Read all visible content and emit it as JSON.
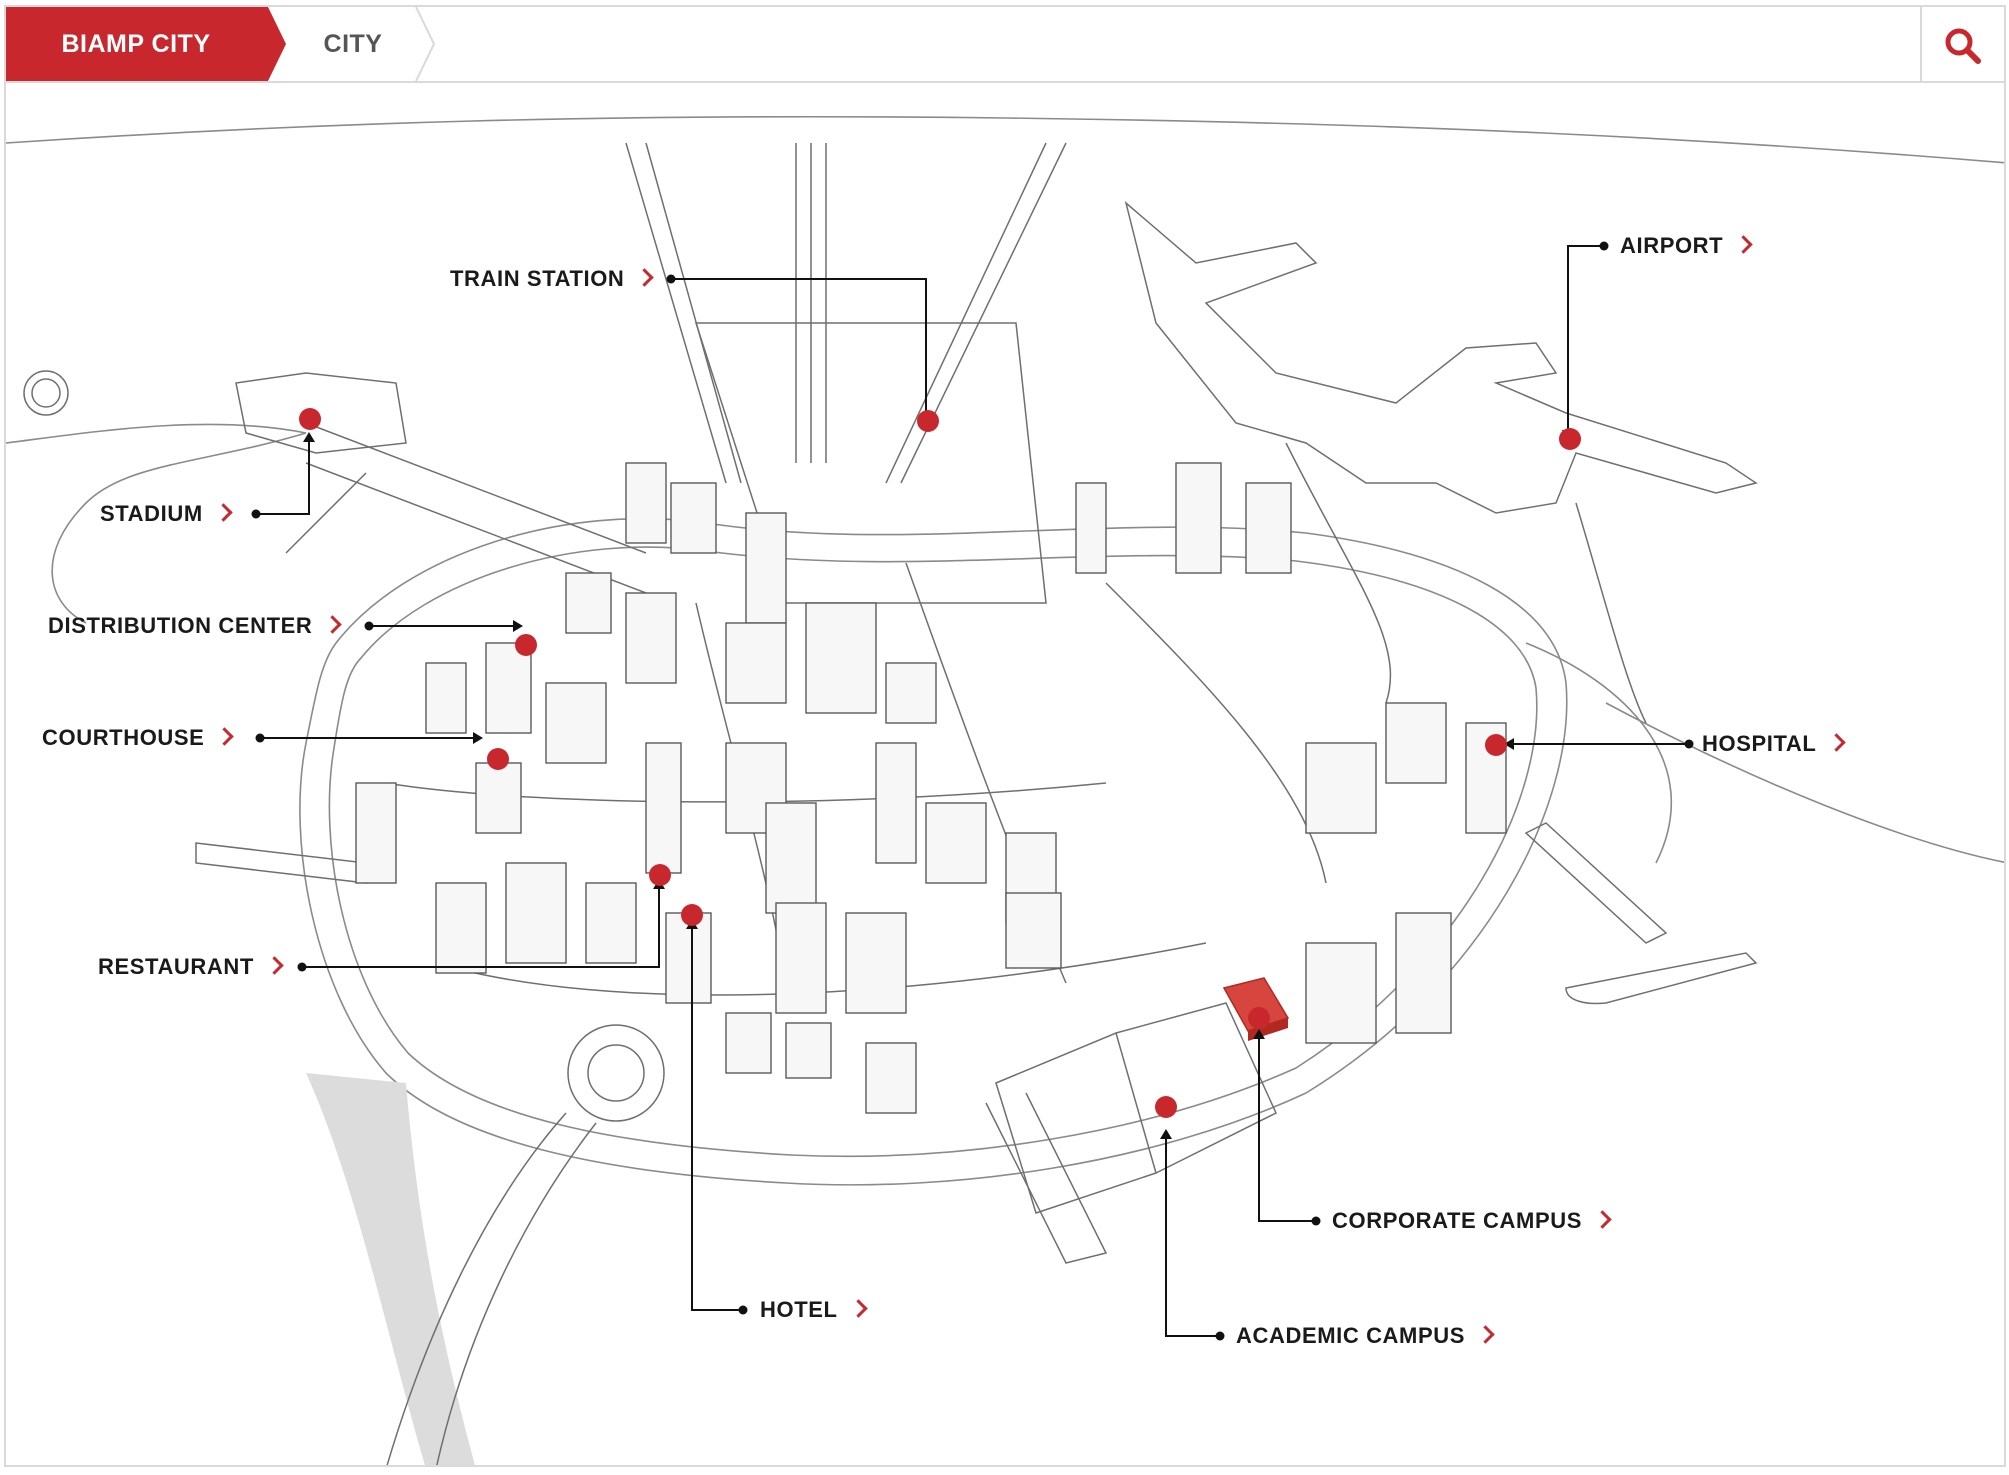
{
  "breadcrumb": {
    "home_label": "BIAMP CITY",
    "current_label": "CITY"
  },
  "colors": {
    "accent": "#c8282d",
    "line": "#111111",
    "sketch": "#777777",
    "border": "#d9d9d9"
  },
  "search": {
    "icon": "search-icon"
  },
  "locations": [
    {
      "id": "train-station",
      "label": "TRAIN STATION"
    },
    {
      "id": "airport",
      "label": "AIRPORT"
    },
    {
      "id": "stadium",
      "label": "STADIUM"
    },
    {
      "id": "distribution-center",
      "label": "DISTRIBUTION CENTER"
    },
    {
      "id": "courthouse",
      "label": "COURTHOUSE"
    },
    {
      "id": "hospital",
      "label": "HOSPITAL"
    },
    {
      "id": "restaurant",
      "label": "RESTAURANT"
    },
    {
      "id": "corporate-campus",
      "label": "CORPORATE CAMPUS"
    },
    {
      "id": "hotel",
      "label": "HOTEL"
    },
    {
      "id": "academic-campus",
      "label": "ACADEMIC CAMPUS"
    }
  ]
}
